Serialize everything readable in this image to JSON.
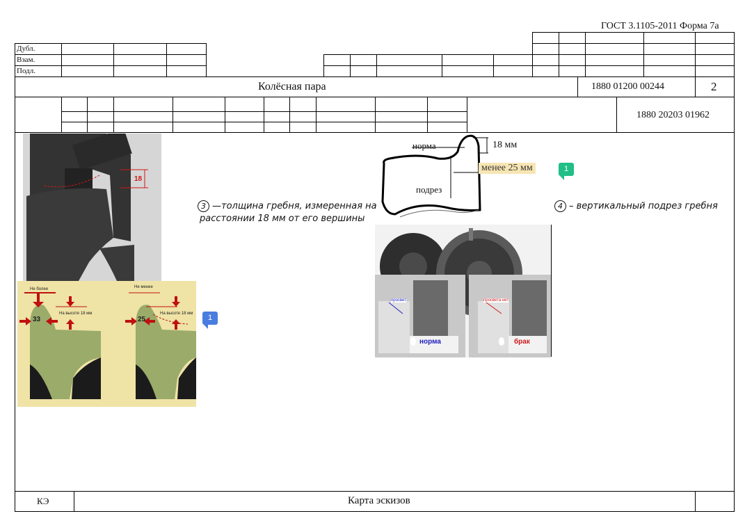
{
  "header": {
    "gost": "ГОСТ 3.1105-2011 Форма 7а",
    "left_labels": [
      "Дубл.",
      "Взам.",
      "Подл."
    ],
    "title": "Колёсная пара",
    "doc_code": "1880 01200 00244",
    "sheet": "2",
    "doc_code2": "1880 20203 01962"
  },
  "sketch": {
    "norma": "норма",
    "mm18": "18 мм",
    "less25": "менее 25 мм",
    "podrez": "подрез",
    "note3_num": "3",
    "note3_line1": "—толщина гребня, измеренная на",
    "note3_line2": "расстоянии 18 мм от его вершины",
    "note4_num": "4",
    "note4_text": "– вертикальный подрез гребня",
    "badge1": "1",
    "badge2": "1",
    "photo1_mark": "18",
    "card_ne_bolee": "Не более",
    "card_ne_menee": "Не менее",
    "card_na_vysote": "На высоте 18 мм",
    "card_33": "33",
    "card_25": "25",
    "photo_prosvet": "просвет",
    "photo_prosveta_net": "просвета нет",
    "photo_norma": "норма",
    "photo_brak": "брак"
  },
  "footer": {
    "code": "КЭ",
    "title": "Карта эскизов"
  },
  "colors": {
    "badge_green": "#1fbf86",
    "badge_blue": "#4a7de0",
    "gauge_red": "#d01818",
    "card_green": "#9aab6a",
    "card_bg": "#efe3a6"
  }
}
